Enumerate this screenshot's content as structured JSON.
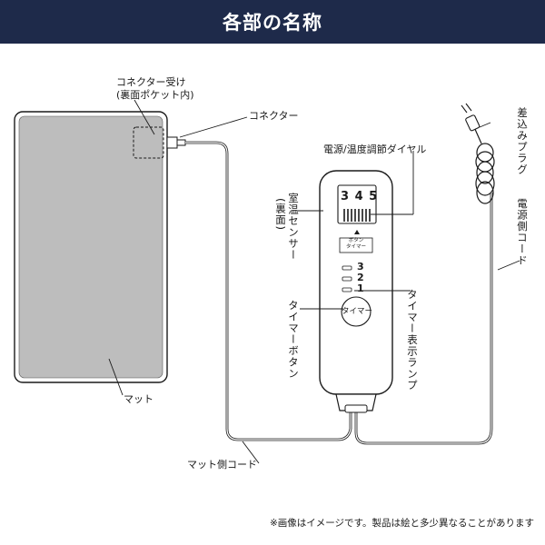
{
  "header": {
    "title": "各部の名称"
  },
  "labels": {
    "connector_receiver_line1": "コネクター受け",
    "connector_receiver_line2": "(裏面ポケット内)",
    "connector": "コネクター",
    "power_plug": "差込みプラグ",
    "power_cord": "電源側コード",
    "dial": "電源/温度調節ダイヤル",
    "room_sensor": "室温センサー",
    "room_sensor_sub": "(裏面)",
    "mat": "マット",
    "timer_button": "タイマーボタン",
    "timer_lamp": "タイマー表示ランプ",
    "mat_cord": "マット側コード"
  },
  "controller": {
    "dial_digits": "3 4 5",
    "timer_panel_line1": "ボタン",
    "timer_panel_line2": "タイマー",
    "lamp_3": "3",
    "lamp_2": "2",
    "lamp_1": "1",
    "timer_button_text": "タイマー"
  },
  "footnote": "※画像はイメージです。製品は絵と多少異なることがあります"
}
